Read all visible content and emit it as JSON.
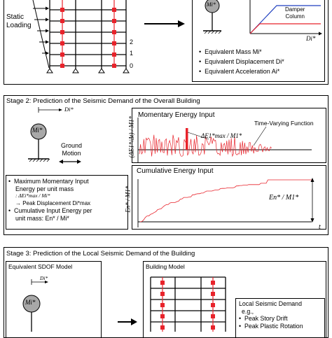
{
  "stage1": {
    "static_loading": [
      "Static",
      "Loading"
    ],
    "floor_labels": [
      "2",
      "1",
      "0"
    ],
    "mass_label": "Mi*",
    "damper_column": [
      "Damper",
      "Column"
    ],
    "di_axis": "Di*",
    "bullets": [
      "Equivalent Mass Mi*",
      "Equivalent Displacement Di*",
      "Equivalent Acceleration Ai*"
    ]
  },
  "stage2": {
    "title": "Stage 2: Prediction of the Seismic Demand of the Overall Building",
    "di_label": "Di*",
    "mass_label": "Mi*",
    "ground_motion": [
      "Ground",
      "Motion"
    ],
    "bullet1": [
      "Maximum Momentary Input",
      "Energy per unit mass",
      ": ΔEi*max / Mi*",
      "→ Peak Displacement Di*max"
    ],
    "bullet2": [
      "Cumulative Input Energy per",
      "unit mass: En* / Mi*"
    ],
    "top_chart": {
      "title": "Momentary Energy Input",
      "ylabel": "(ΔE1*/Δt) / M1*",
      "peak_label": "ΔE1*max / M1*",
      "annotation": "Time-Varying Function"
    },
    "bottom_chart": {
      "title": "Cumulative Energy Input",
      "ylabel": "En* / M1*",
      "end_label": "En* / M1*",
      "xlabel": "t"
    }
  },
  "stage3": {
    "title": "Stage 3: Prediction of the Local Seismic Demand of the Building",
    "sdof_title": "Equivalent SDOF Model",
    "building_title": "Building Model",
    "di_label": "Di*",
    "mass_label": "Mi*",
    "local_demand": [
      "Local Seismic Demand",
      "e.g.,",
      "Peak Story Drift",
      "Peak Plastic Rotation"
    ]
  },
  "colors": {
    "red": "#e8232b",
    "blue": "#1f3fbf",
    "grey": "#a8a8a8"
  },
  "icons": [
    "arrow-right-icon",
    "double-arrow-icon",
    "ground-hatch-icon"
  ]
}
